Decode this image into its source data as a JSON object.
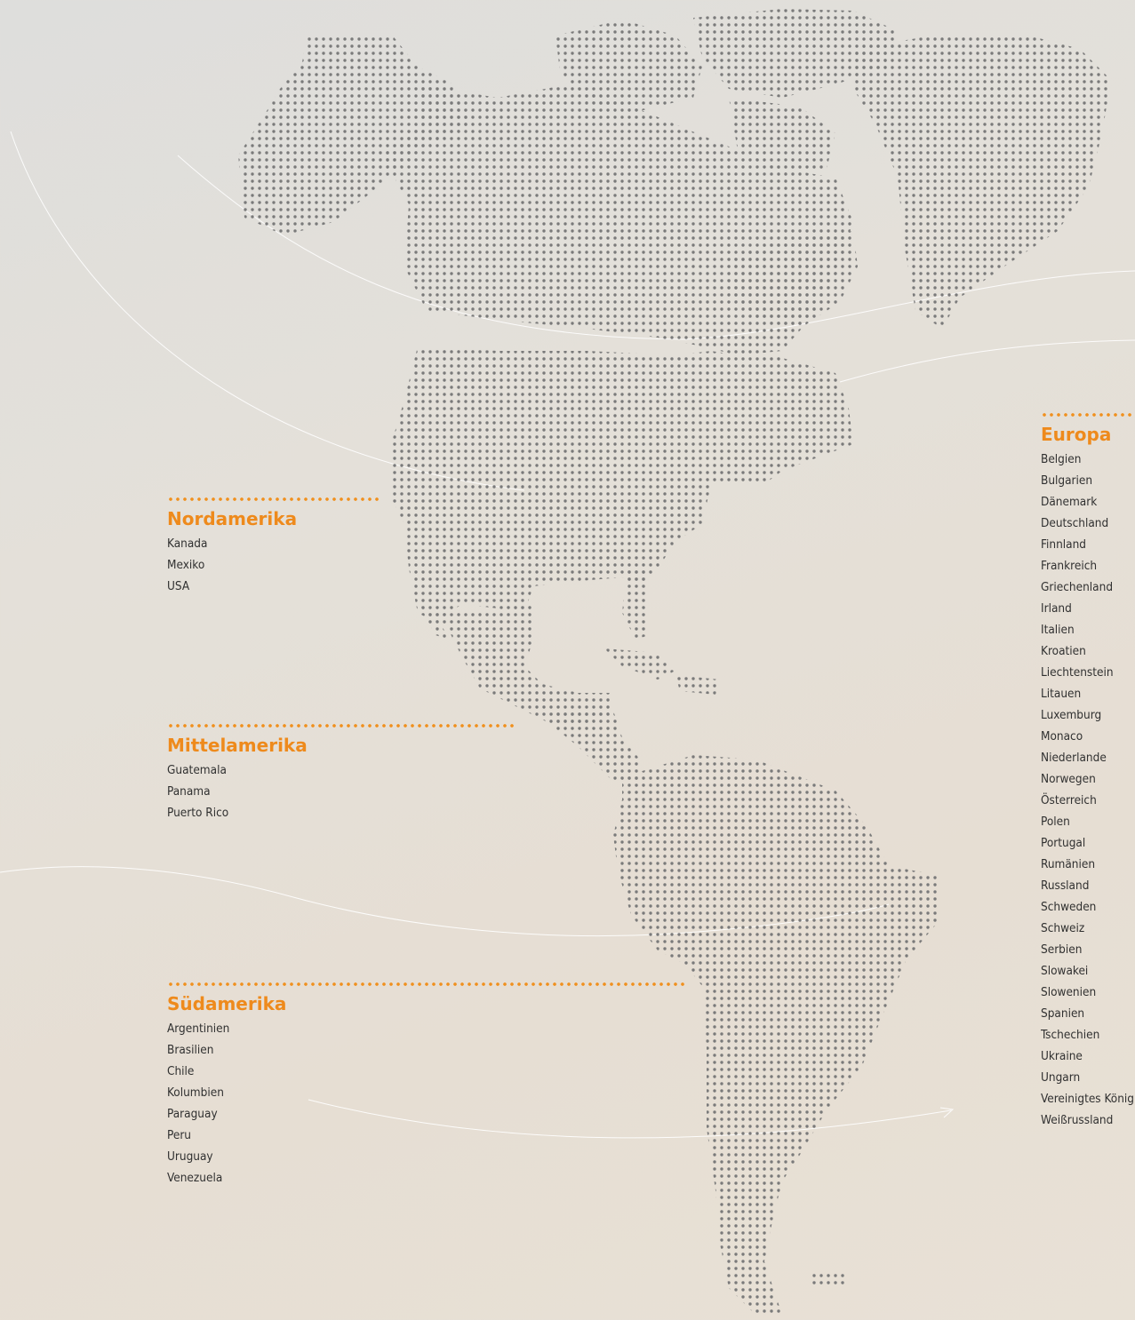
{
  "regions": {
    "north": {
      "title": "Nordamerika",
      "countries": [
        "Kanada",
        "Mexiko",
        "USA"
      ]
    },
    "central": {
      "title": "Mittelamerika",
      "countries": [
        "Guatemala",
        "Panama",
        "Puerto Rico"
      ]
    },
    "south": {
      "title": "Südamerika",
      "countries": [
        "Argentinien",
        "Brasilien",
        "Chile",
        "Kolumbien",
        "Paraguay",
        "Peru",
        "Uruguay",
        "Venezuela"
      ]
    },
    "europe": {
      "title": "Europa",
      "countries": [
        "Belgien",
        "Bulgarien",
        "Dänemark",
        "Deutschland",
        "Finnland",
        "Frankreich",
        "Griechenland",
        "Irland",
        "Italien",
        "Kroatien",
        "Liechtenstein",
        "Litauen",
        "Luxemburg",
        "Monaco",
        "Niederlande",
        "Norwegen",
        "Österreich",
        "Polen",
        "Portugal",
        "Rumänien",
        "Russland",
        "Schweden",
        "Schweiz",
        "Serbien",
        "Slowakei",
        "Slowenien",
        "Spanien",
        "Tschechien",
        "Ukraine",
        "Ungarn",
        "Vereinigtes Königreich",
        "Weißrussland"
      ]
    }
  },
  "colors": {
    "accent": "#ee8a1c",
    "map_dots": "#7a7a7a",
    "text": "#303030",
    "arcs": "#ffffff"
  }
}
